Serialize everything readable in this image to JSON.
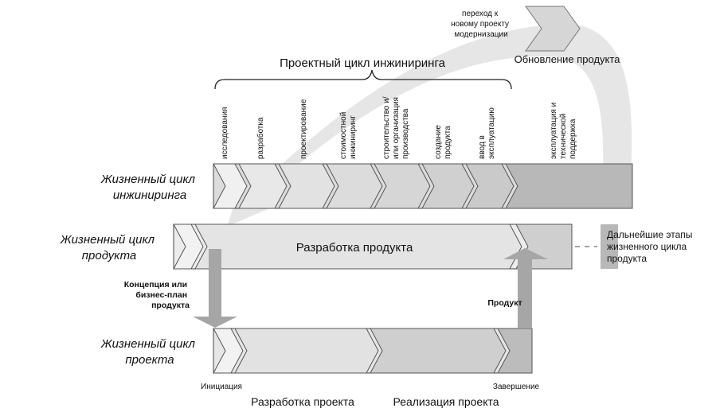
{
  "labels": {
    "engineering_cycle": "Проектный цикл инжиниринга",
    "transition": [
      "переход к",
      "новому проекту",
      "модернизации"
    ],
    "product_update": "Обновление продукта",
    "concept": [
      "Концепция или",
      "бизнес-план",
      "продукта"
    ],
    "product": "Продукт",
    "initiation": "Инициация",
    "completion": "Завершение",
    "project_development": "Разработка проекта",
    "project_realization": "Реализация проекта",
    "further_stages": [
      "Дальнейшие этапы",
      "жизненного цикла",
      "продукта"
    ]
  },
  "rows": {
    "engineering": [
      "Жизненный цикл",
      "инжиниринга"
    ],
    "product": [
      "Жизненный цикл",
      "продукта"
    ],
    "project": [
      "Жизненный цикл",
      "проекта"
    ]
  },
  "product_bar_label": "Разработка продукта",
  "stages": [
    [
      "исследования"
    ],
    [
      "разработка"
    ],
    [
      "проектирование"
    ],
    [
      "стоимостной",
      "инжиниринг"
    ],
    [
      "строительство и/",
      "или организация",
      "производства"
    ],
    [
      "создание",
      "продукта"
    ],
    [
      "ввод в",
      "эксплуатацию"
    ],
    [
      "эксплуатация и",
      "технической",
      "поддержка"
    ]
  ],
  "colors": {
    "light": "#ececec",
    "mid": "#d6d6d6",
    "dark": "#bdbdbd",
    "darker": "#a8a8a8",
    "arrow": "#a6a6a6",
    "stroke": "#555555"
  }
}
